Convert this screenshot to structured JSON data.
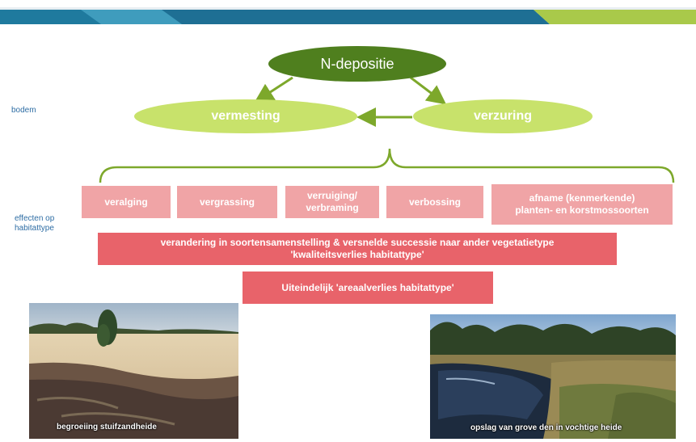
{
  "side_labels": {
    "bodem": "bodem",
    "effecten_line1": "effecten op",
    "effecten_line2": "habitattype"
  },
  "nodes": {
    "top": "N-depositie",
    "left": "vermesting",
    "right": "verzuring"
  },
  "effects": [
    {
      "line1": "veralging",
      "line2": ""
    },
    {
      "line1": "vergrassing",
      "line2": ""
    },
    {
      "line1": "verruiging/",
      "line2": "verbraming"
    },
    {
      "line1": "verbossing",
      "line2": ""
    },
    {
      "line1": "afname (kenmerkende)",
      "line2": "planten- en korstmossoorten"
    }
  ],
  "result1": {
    "line1": "verandering in soortensamenstelling & versnelde successie naar ander vegetatietype",
    "line2": "'kwaliteitsverlies habitattype'"
  },
  "result2": "Uiteindelijk 'areaalverlies habitattype'",
  "photos": {
    "left_caption": "begroeiing stuifzandheide",
    "right_caption": "opslag van grove den in vochtige heide"
  },
  "colors": {
    "dark_green": "#4f7f1e",
    "light_green": "#c8e26b",
    "arrow_green": "#7da82b",
    "pink": "#f0a4a6",
    "red": "#e8636a",
    "label_blue": "#2e6da4"
  }
}
